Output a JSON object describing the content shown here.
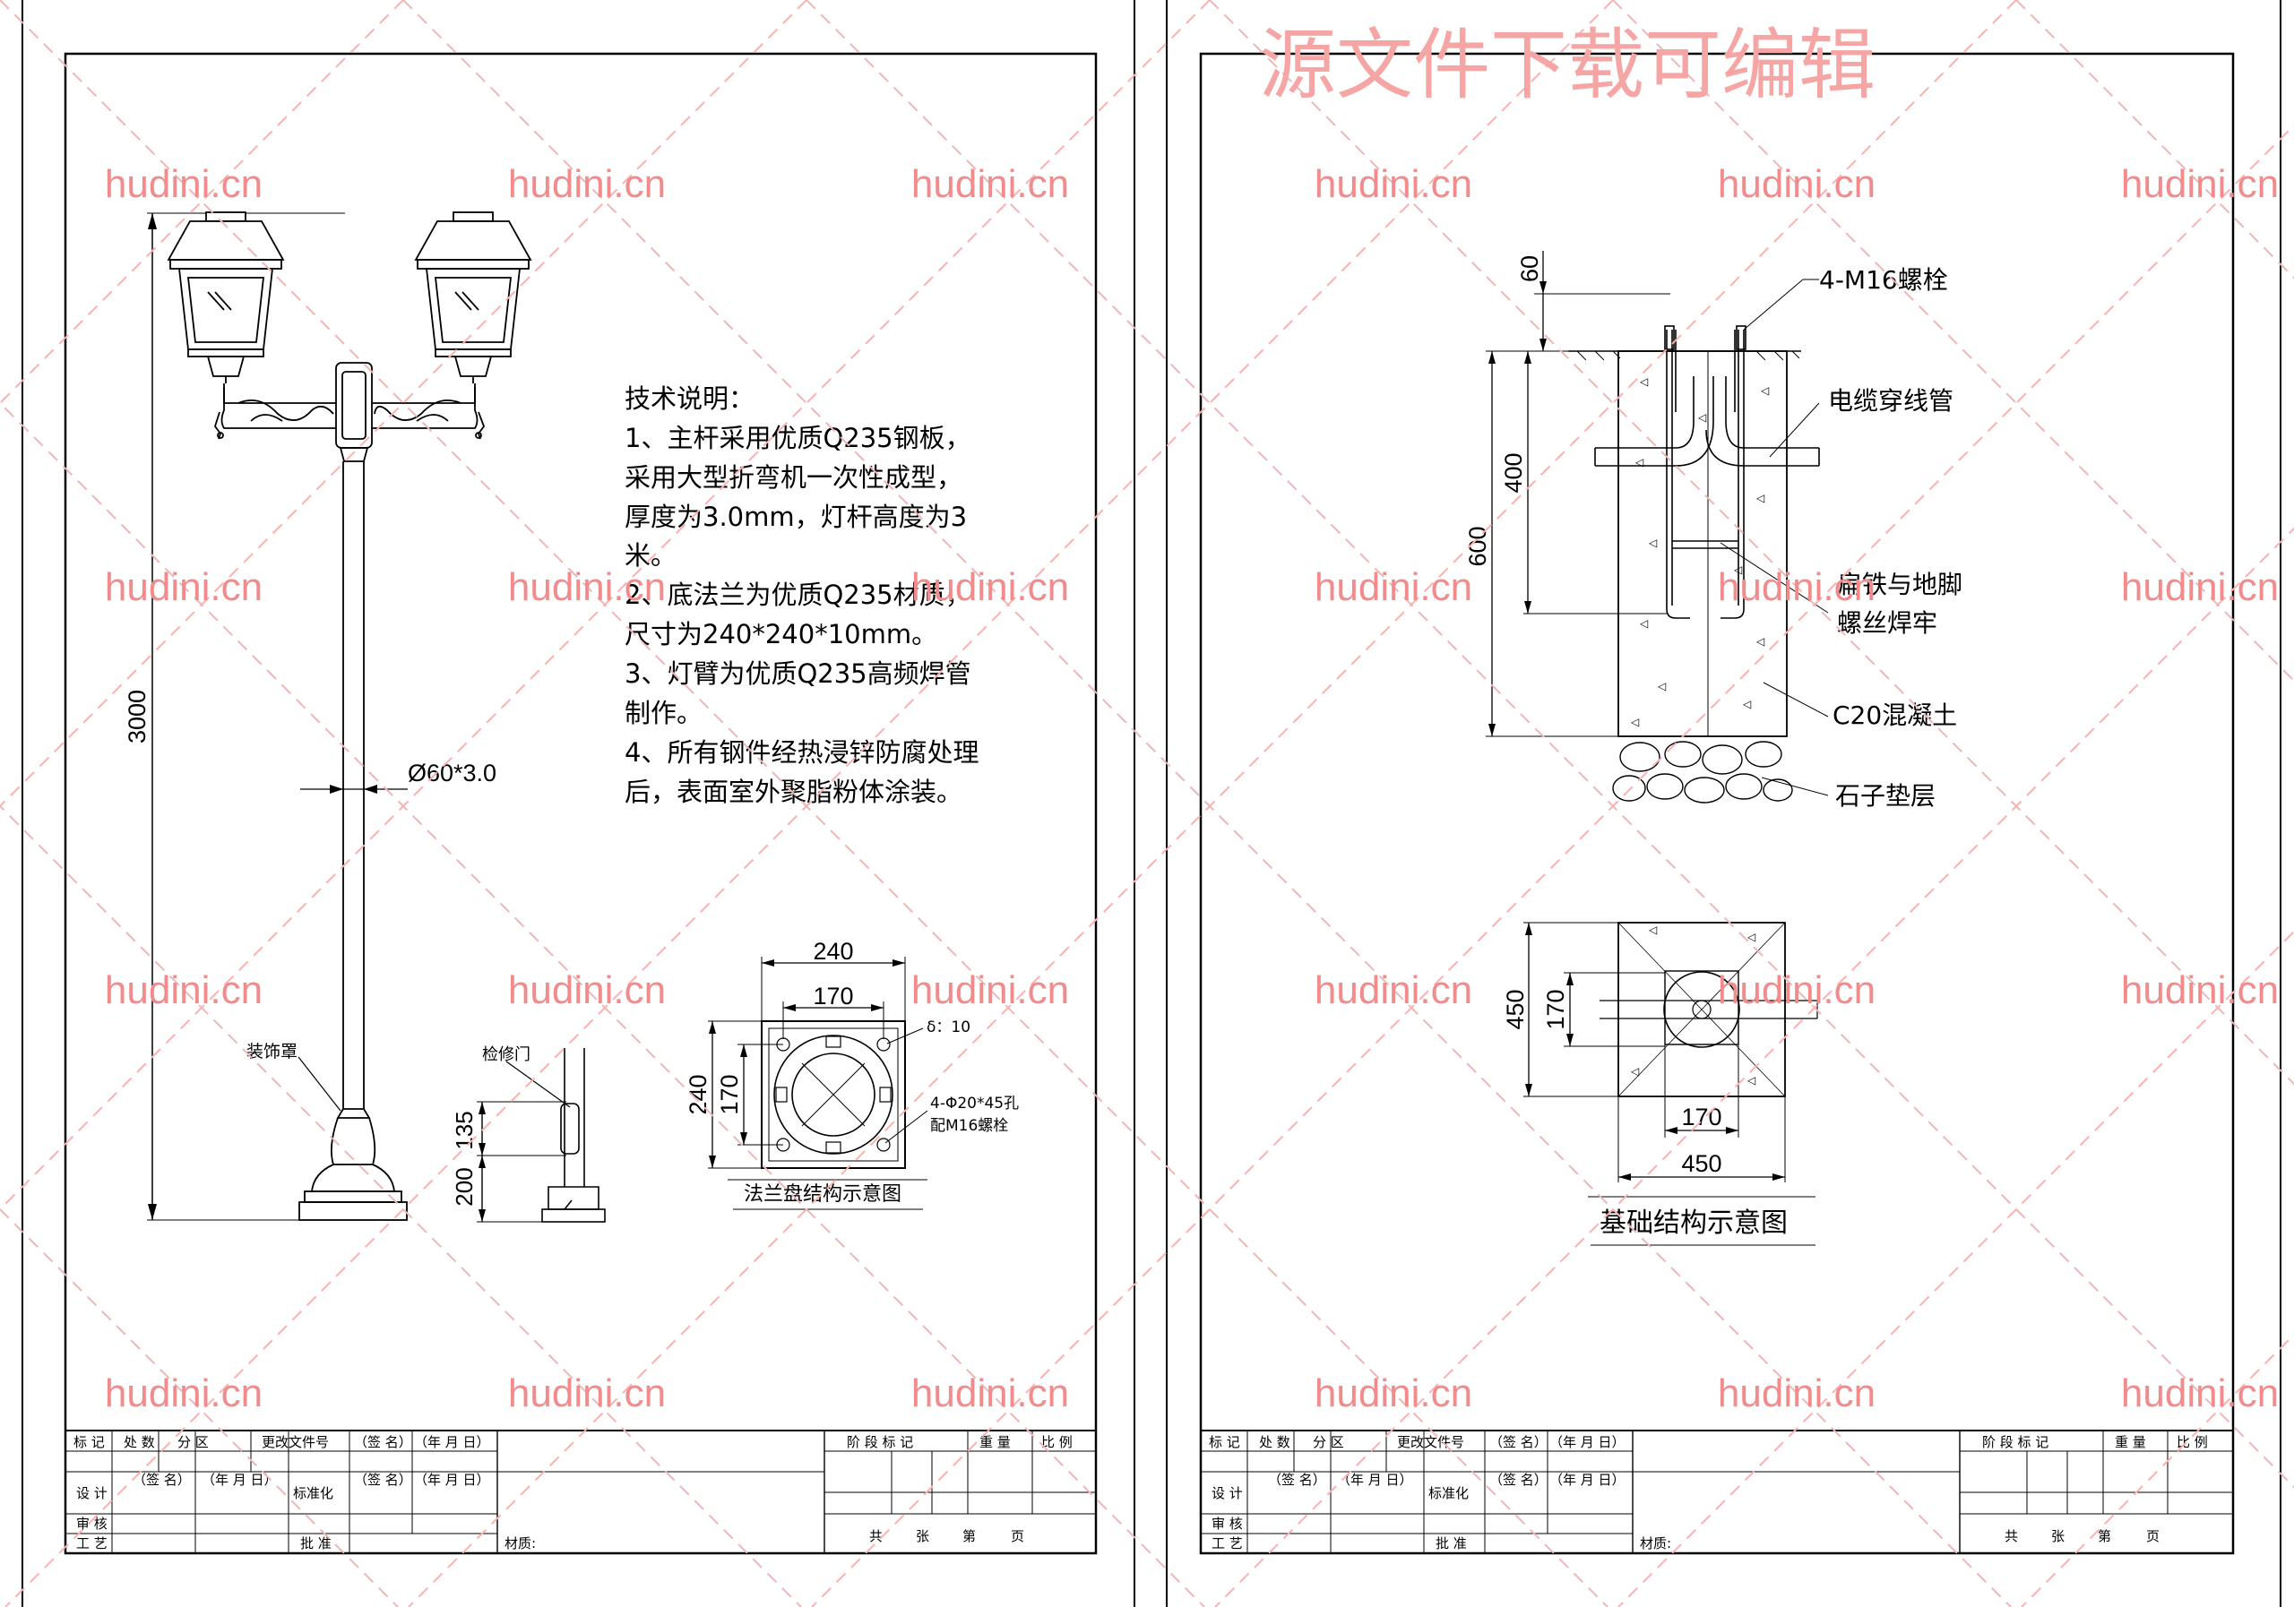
{
  "watermark": {
    "site": "hudini.cn",
    "banner": "源文件下载可编辑",
    "color": "#f28b8b"
  },
  "left_sheet": {
    "dim_height": "3000",
    "pipe_label": "Ø60*3.0",
    "cover_label": "装饰罩",
    "door_label": "检修门",
    "door_dim_upper": "135",
    "door_dim_lower": "200",
    "tech_notes": [
      "技术说明：",
      "1、主杆采用优质Q235钢板，",
      "采用大型折弯机一次性成型，",
      "厚度为3.0mm，灯杆高度为3",
      "米。",
      "2、底法兰为优质Q235材质，",
      "尺寸为240*240*10mm。",
      "3、灯臂为优质Q235高频焊管",
      "制作。",
      "4、所有钢件经热浸锌防腐处理",
      "后，表面室外聚脂粉体涂装。"
    ],
    "flange": {
      "width_outer": "240",
      "width_inner": "170",
      "height_outer": "240",
      "height_inner": "170",
      "thickness": "δ：10",
      "hole_note_1": "4-Φ20*45孔",
      "hole_note_2": "配M16螺栓",
      "caption": "法兰盘结构示意图"
    }
  },
  "right_sheet": {
    "dim_60": "60",
    "dim_400": "400",
    "dim_600": "600",
    "label_bolt": "4-M16螺栓",
    "label_cable": "电缆穿线管",
    "label_weld_1": "扁铁与地脚",
    "label_weld_2": "螺丝焊牢",
    "label_concrete": "C20混凝土",
    "label_gravel": "石子垫层",
    "plan_dim_450_v": "450",
    "plan_dim_170_v": "170",
    "plan_dim_170_h": "170",
    "plan_dim_450_h": "450",
    "caption": "基础结构示意图"
  },
  "title_block": {
    "mark": "标 记",
    "count": "处 数",
    "zone": "分 区",
    "change_doc": "更改文件号",
    "sign": "（签 名）",
    "date": "（年 月 日）",
    "design": "设 计",
    "standard": "标准化",
    "review": "审 核",
    "process": "工 艺",
    "approve": "批 准",
    "material": "材质:",
    "stage_mark": "阶 段 标 记",
    "weight": "重 量",
    "scale": "比 例",
    "total": "共",
    "sheets": "张",
    "page_no": "第",
    "page": "页"
  }
}
